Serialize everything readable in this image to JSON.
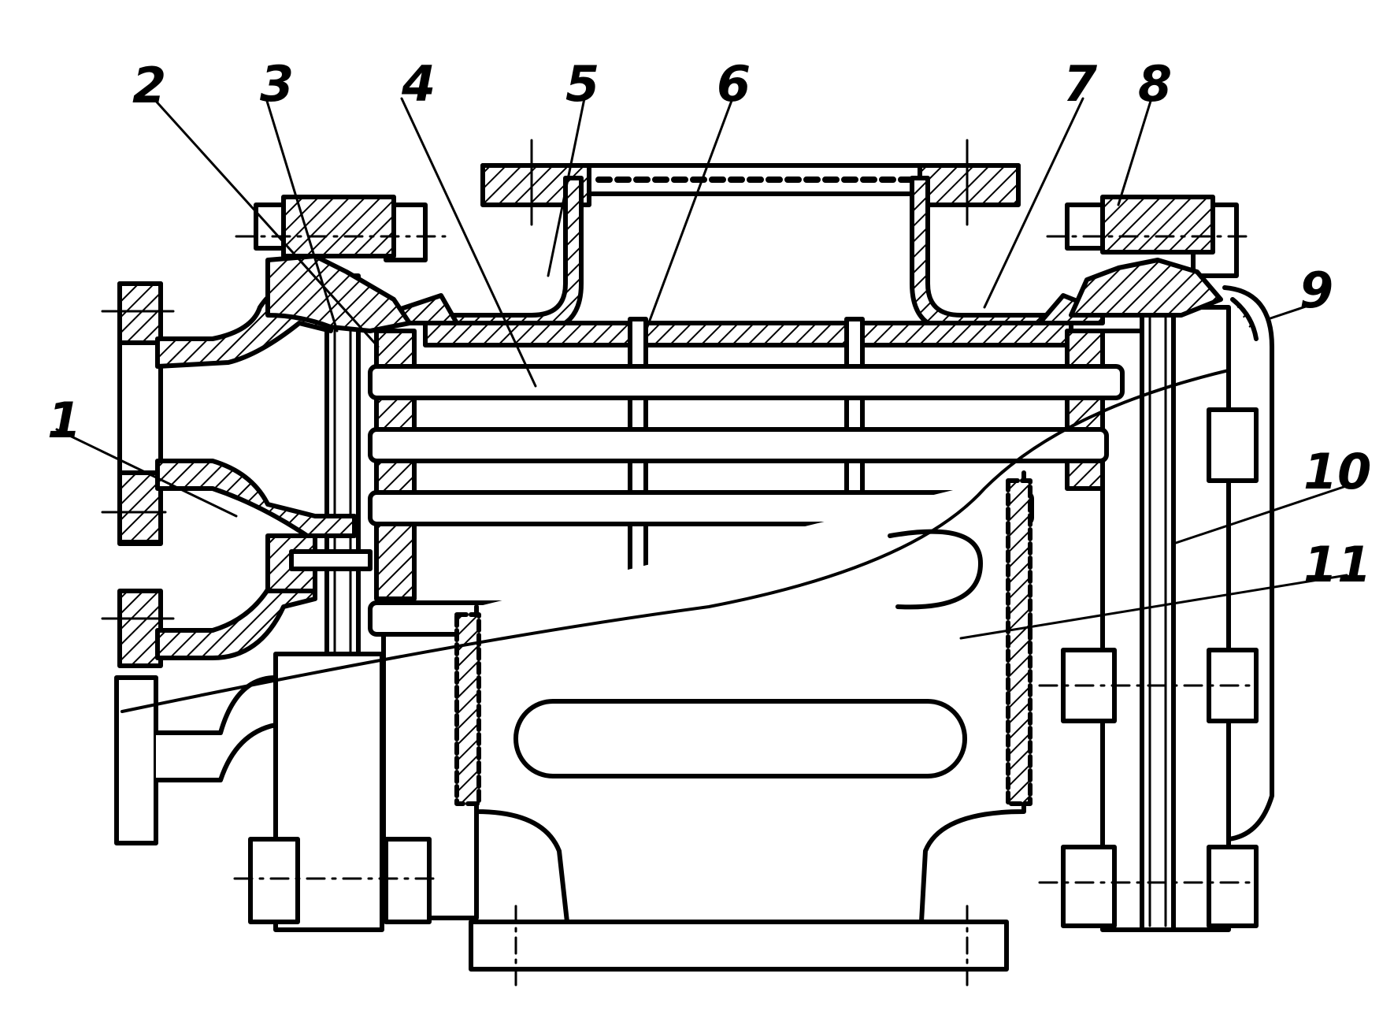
{
  "diagram": {
    "callouts": [
      {
        "id": "1",
        "text": "1"
      },
      {
        "id": "2",
        "text": "2"
      },
      {
        "id": "3",
        "text": "3"
      },
      {
        "id": "4",
        "text": "4"
      },
      {
        "id": "5",
        "text": "5"
      },
      {
        "id": "6",
        "text": "6"
      },
      {
        "id": "7",
        "text": "7"
      },
      {
        "id": "8",
        "text": "8"
      },
      {
        "id": "9",
        "text": "9"
      },
      {
        "id": "10",
        "text": "10"
      },
      {
        "id": "11",
        "text": "11"
      }
    ],
    "colors": {
      "ink": "#000000",
      "paper": "#ffffff"
    }
  }
}
